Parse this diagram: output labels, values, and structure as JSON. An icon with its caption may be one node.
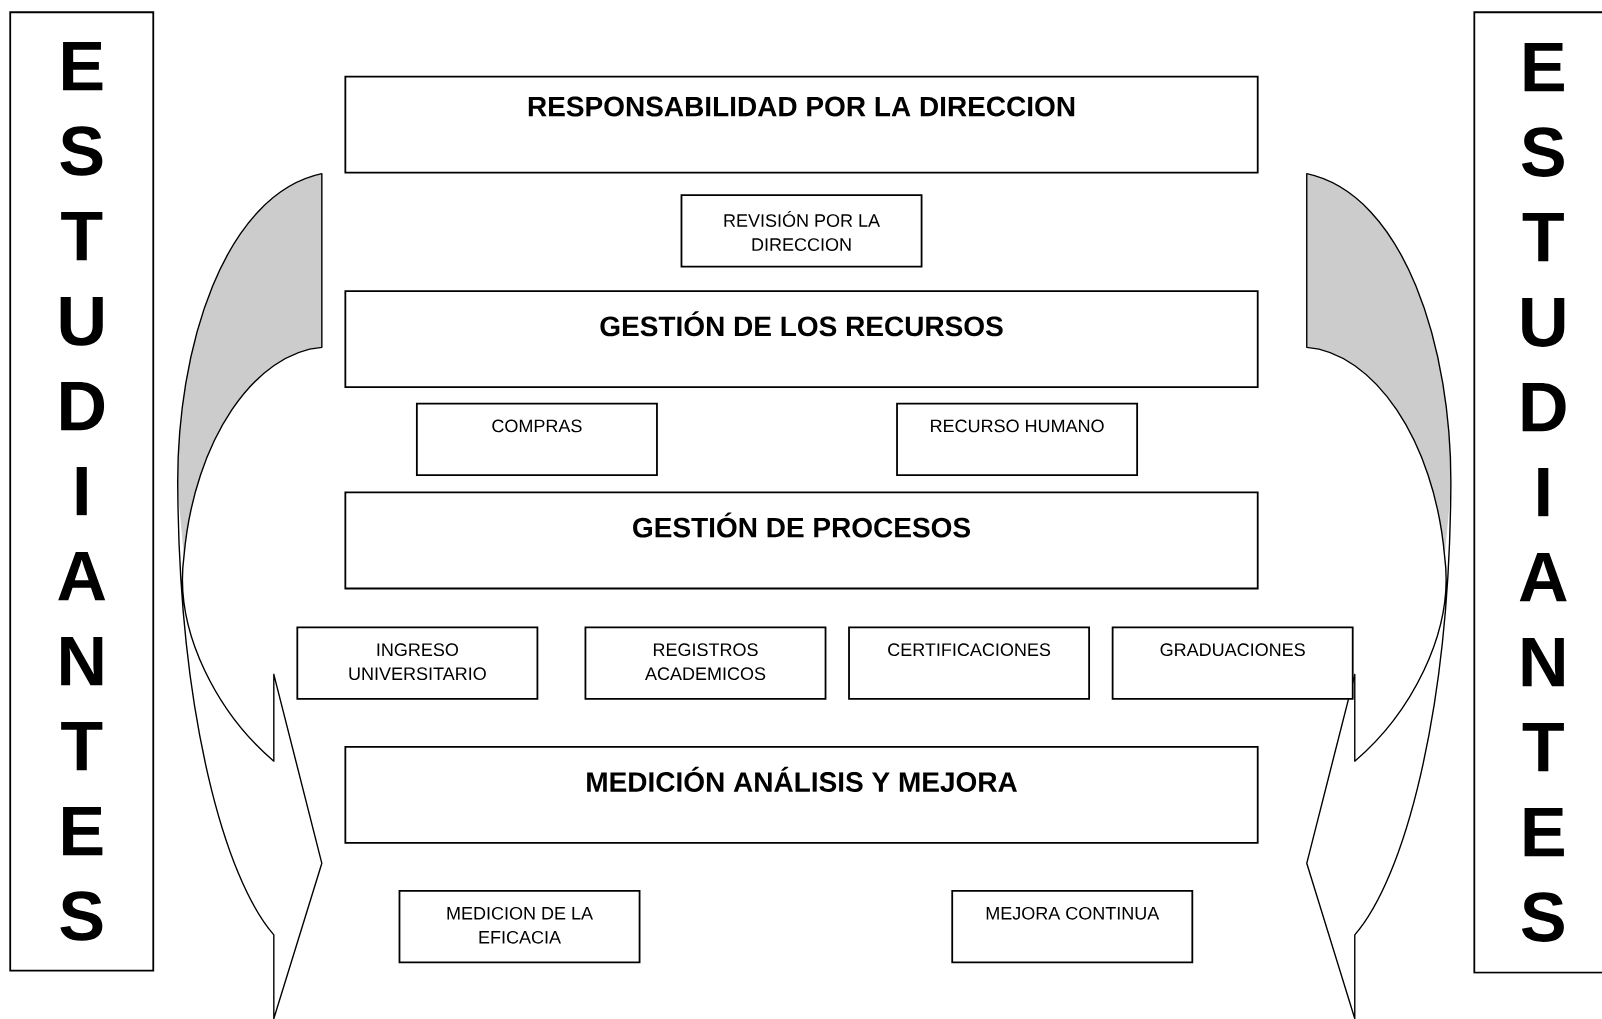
{
  "diagram": {
    "nodes": [
      {
        "text": [
          "E S T U D I A N T E S"
        ]
      },
      {
        "text": [
          "RESPONSABILIDAD POR LA DIRECCION"
        ]
      },
      {
        "text": [
          "REVISIÓN POR LA DIRECCION"
        ]
      },
      {
        "text": [
          "GESTIÓN DE LOS RECURSOS"
        ]
      },
      {
        "text": [
          "COMPRAS"
        ]
      },
      {
        "text": [
          "RECURSO HUMANO"
        ]
      },
      {
        "text": [
          "GESTIÓN DE PROCESOS"
        ]
      },
      {
        "text": [
          "INGRESO UNIVERSITARIO"
        ]
      },
      {
        "text": [
          "REGISTROS ACADEMICOS"
        ]
      },
      {
        "text": [
          "CERTIFICACIONES"
        ]
      },
      {
        "text": [
          "GRADUACIONES"
        ]
      },
      {
        "text": [
          "MEDICIÓN ANÁLISIS Y MEJORA"
        ]
      },
      {
        "text": [
          "MEDICION DE LA EFICACIA"
        ]
      },
      {
        "text": [
          "MEJORA CONTINUA"
        ]
      },
      {
        "text": [
          "E S T U D I A N T E S"
        ]
      }
    ]
  }
}
